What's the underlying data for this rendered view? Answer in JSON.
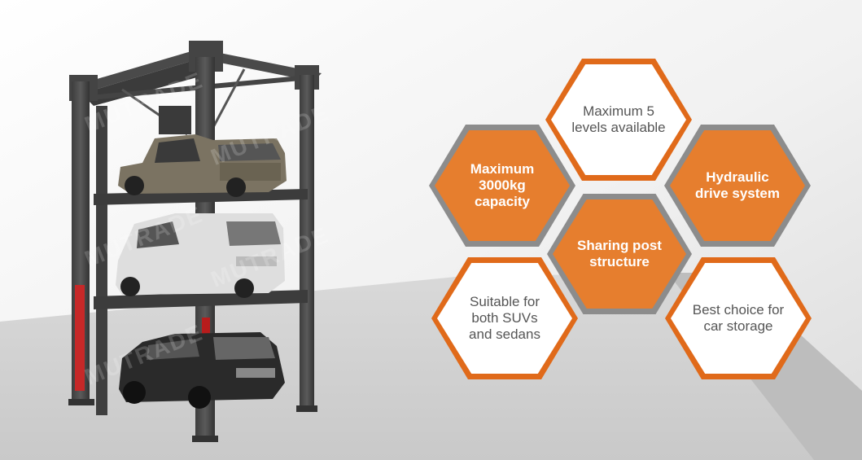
{
  "colors": {
    "accent_orange": "#e67e2e",
    "hex_border": "#8c8c8c",
    "hex_border_orange": "#e06a1a",
    "text_dark": "#555555",
    "text_light": "#ffffff"
  },
  "watermark": "MUTRADE",
  "features": [
    {
      "id": "levels",
      "text": "Maximum 5\nlevels available",
      "style": "outlined"
    },
    {
      "id": "capacity",
      "text": "Maximum\n3000kg capacity",
      "style": "filled"
    },
    {
      "id": "hydraulic",
      "text": "Hydraulic\ndrive system",
      "style": "filled"
    },
    {
      "id": "sharing",
      "text": "Sharing post\nstructure",
      "style": "filled"
    },
    {
      "id": "suvs",
      "text": "Suitable for\nboth SUVs\nand sedans",
      "style": "outlined"
    },
    {
      "id": "storage",
      "text": "Best choice for\ncar storage",
      "style": "outlined"
    }
  ]
}
